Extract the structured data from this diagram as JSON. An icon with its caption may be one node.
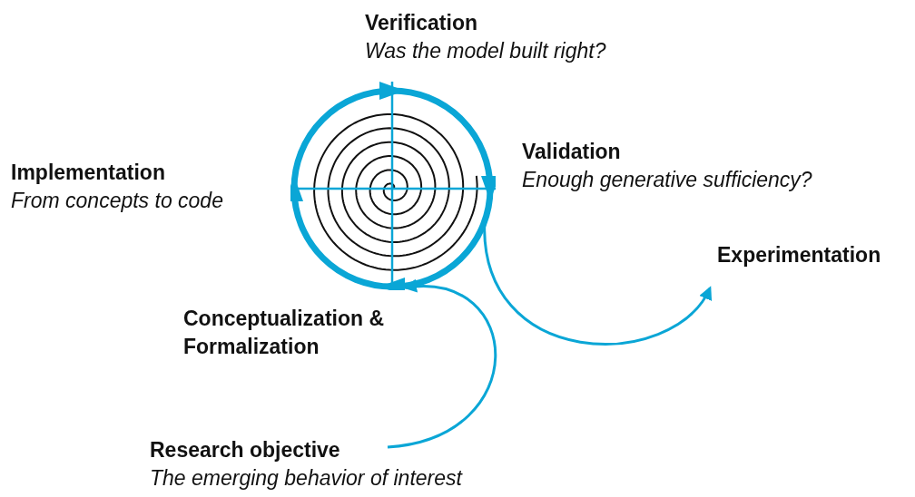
{
  "diagram": {
    "nodes": [
      {
        "text": [
          "Verification",
          "Was the model built right?"
        ]
      },
      {
        "text": [
          "Implementation",
          "From concepts to code"
        ]
      },
      {
        "text": [],
        "shape": "circle"
      },
      {
        "text": [
          "Validation",
          "Enough generative sufficiency?"
        ]
      },
      {
        "text": [
          "Experimentation"
        ]
      },
      {
        "text": [
          "Conceptualization & Formalization"
        ]
      },
      {
        "text": [
          "Research objective",
          "The emerging behavior of interest"
        ]
      }
    ],
    "edges": [
      {
        "from": 6,
        "to": 2,
        "arrow": "to"
      },
      {
        "from": 2,
        "to": 4,
        "arrow": "to"
      }
    ]
  }
}
